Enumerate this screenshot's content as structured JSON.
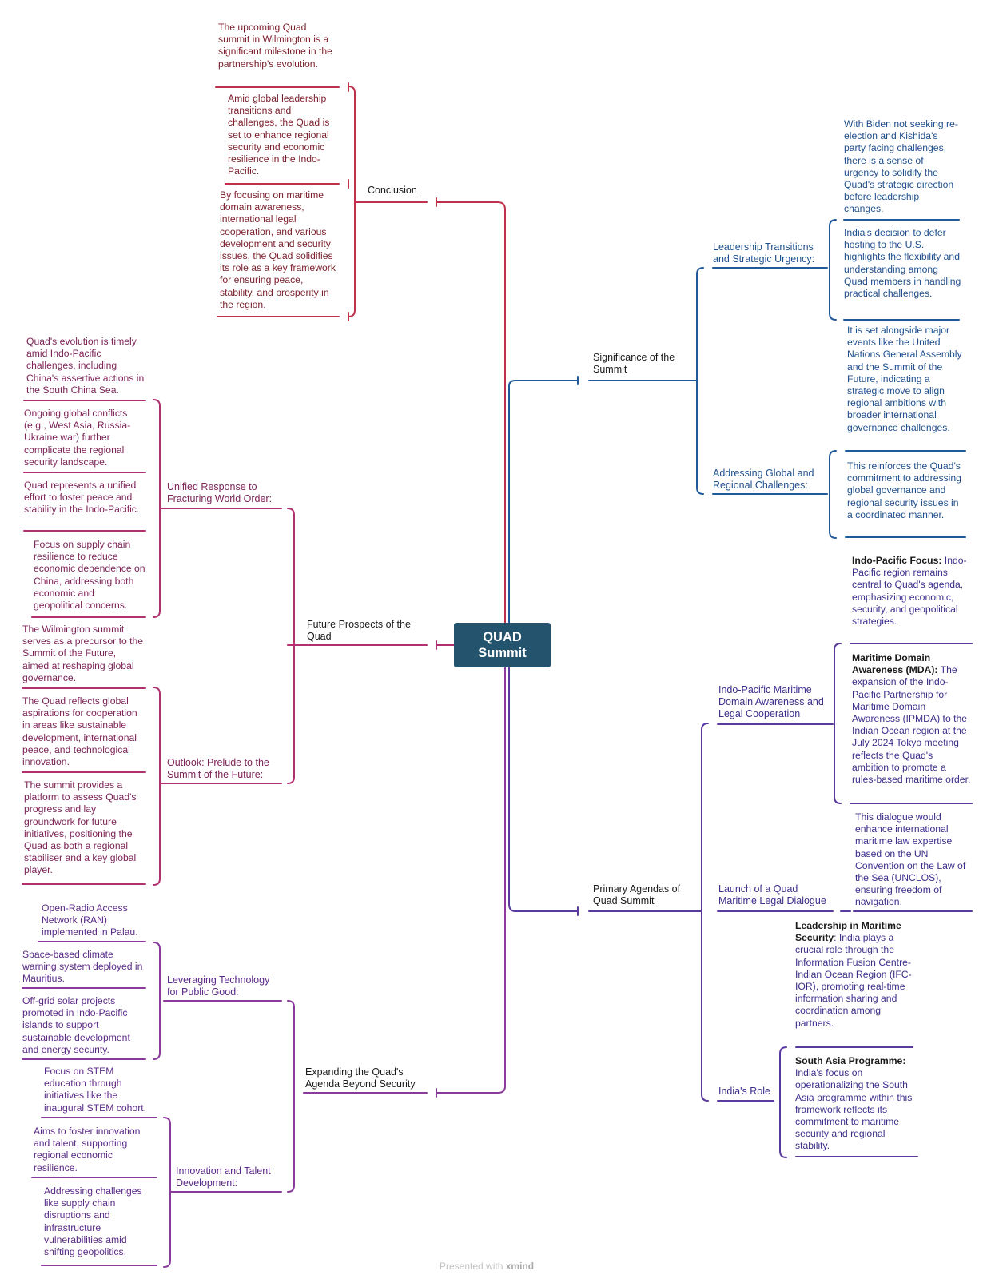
{
  "root": {
    "line1": "QUAD",
    "line2": "Summit"
  },
  "branches": {
    "conclusion": {
      "label": "Conclusion",
      "items": [
        "The upcoming Quad summit in Wilmington is a significant milestone in the partnership's evolution.",
        "Amid global leadership transitions and challenges, the Quad is set to enhance regional security and economic resilience in the Indo-Pacific.",
        "By focusing on maritime domain awareness, international legal cooperation, and various development and security issues, the Quad solidifies its role as a key framework for ensuring peace, stability, and prosperity in the region."
      ]
    },
    "future": {
      "label": "Future Prospects of the Quad",
      "unified": {
        "label": "Unified Response to Fracturing World Order:",
        "items": [
          "Quad's evolution is timely amid Indo-Pacific challenges, including China's assertive actions in the South China Sea.",
          "Ongoing global conflicts (e.g., West Asia, Russia-Ukraine war) further complicate the regional security landscape.",
          "Quad represents a unified effort to foster peace and stability in the Indo-Pacific.",
          "Focus on supply chain resilience to reduce economic dependence on China, addressing both economic and geopolitical concerns."
        ]
      },
      "outlook": {
        "label": "Outlook: Prelude to the Summit of the Future:",
        "items": [
          "The Wilmington summit serves as a precursor to the Summit of the Future, aimed at reshaping global governance.",
          "The Quad reflects global aspirations for cooperation in areas like sustainable development, international peace, and technological innovation.",
          "The summit provides a platform to assess Quad's progress and lay groundwork for future initiatives, positioning the Quad as both a regional stabiliser and a key global player."
        ]
      }
    },
    "expanding": {
      "label": "Expanding the Quad's Agenda Beyond Security",
      "tech": {
        "label": "Leveraging Technology for Public Good:",
        "items": [
          "Open-Radio Access Network (RAN) implemented in Palau.",
          "Space-based climate warning system deployed in Mauritius.",
          "Off-grid solar projects promoted in Indo-Pacific islands to support sustainable development and energy security."
        ]
      },
      "innovation": {
        "label": "Innovation and Talent Development:",
        "items": [
          "Focus on STEM education through initiatives like the inaugural STEM cohort.",
          "Aims to foster innovation and talent, supporting regional economic resilience.",
          "Addressing challenges like supply chain disruptions and infrastructure vulnerabilities amid shifting geopolitics."
        ]
      }
    },
    "significance": {
      "label": "Significance of the Summit",
      "leadership": {
        "label": "Leadership Transitions and Strategic Urgency:",
        "items": [
          "With Biden not seeking re-election and Kishida's party facing challenges, there is a sense of urgency to solidify the Quad's strategic direction before leadership changes.",
          "India's decision to defer hosting to the U.S. highlights the flexibility and understanding among Quad members in handling practical challenges."
        ]
      },
      "addressing": {
        "label": "Addressing Global and Regional Challenges:",
        "items": [
          "It is set alongside major events like the United Nations General Assembly and the Summit of the Future, indicating a strategic move to align regional ambitions with broader international governance challenges.",
          "This reinforces the Quad's commitment to addressing global governance and regional security issues in a coordinated manner."
        ]
      }
    },
    "primary": {
      "label": "Primary Agendas of Quad Summit",
      "mda": {
        "label": "Indo-Pacific Maritime Domain Awareness and Legal Cooperation",
        "items": [
          {
            "bold": "Indo-Pacific Focus:",
            "text": " Indo-Pacific region remains central to Quad's agenda, emphasizing economic, security, and geopolitical strategies."
          },
          {
            "bold": "Maritime Domain Awareness (MDA):",
            "text": " The expansion of the Indo-Pacific Partnership for Maritime Domain Awareness (IPMDA) to the Indian Ocean region at the July 2024 Tokyo meeting reflects the Quad's ambition to promote a rules-based maritime order."
          }
        ]
      },
      "legal": {
        "label": "Launch of a Quad Maritime Legal Dialogue",
        "items": [
          "This dialogue would enhance international maritime law expertise based on the UN Convention on the Law of the Sea (UNCLOS), ensuring freedom of navigation."
        ]
      },
      "india": {
        "label": "India's Role",
        "items": [
          {
            "bold": "Leadership in Maritime Security",
            "text": ": India plays a crucial role through the Information Fusion Centre-Indian Ocean Region (IFC-IOR), promoting real-time information sharing and coordination among partners."
          },
          {
            "bold": "South Asia Programme:",
            "text": " India's focus on operationalizing the South Asia programme within this framework reflects its commitment to maritime security and regional stability."
          }
        ]
      }
    }
  },
  "footer": {
    "prefix": "Presented with ",
    "brand": "xmind"
  },
  "colors": {
    "root": "#24536e",
    "conclusion": "#c0304a",
    "future": "#b03070",
    "expanding": "#8a3a9a",
    "significance": "#215a9a",
    "primary": "#5a3a9e"
  }
}
